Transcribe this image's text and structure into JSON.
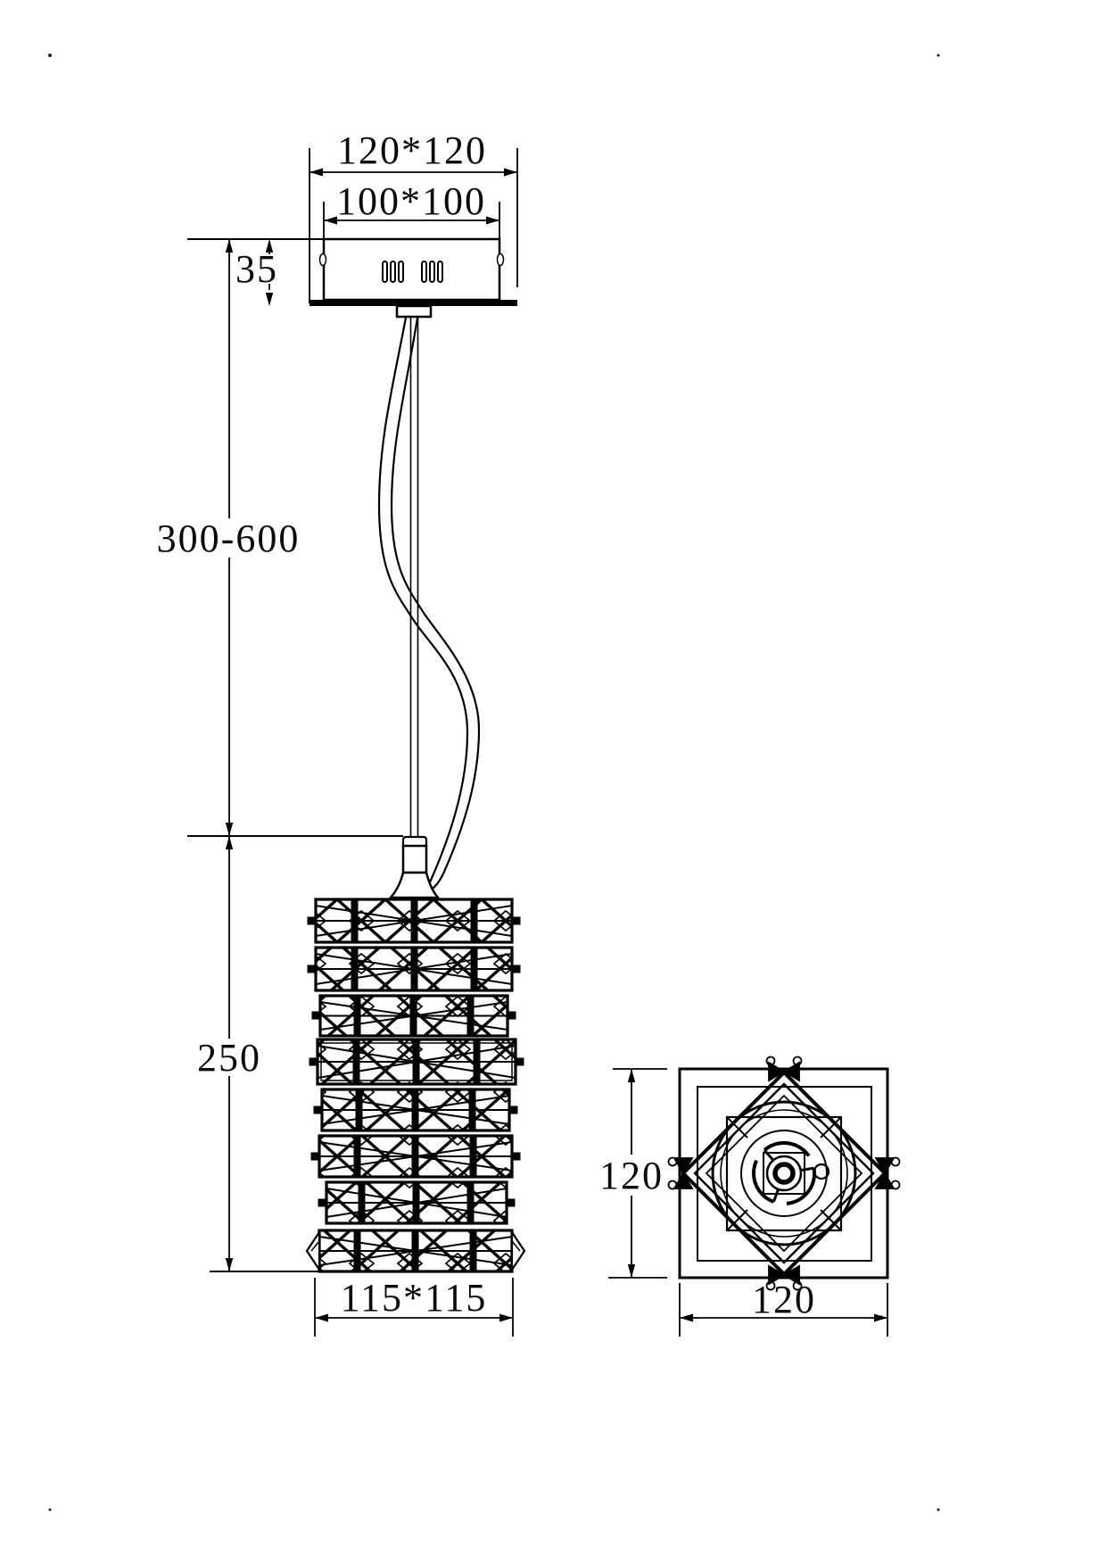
{
  "drawing": {
    "type": "technical dimension drawing",
    "subject": "crystal cube pendant lamp, side view and top view",
    "colors": {
      "line": "#000000",
      "background": "#ffffff"
    }
  },
  "labels": {
    "canopy_outer": "120*120",
    "canopy_inner": "100*100",
    "canopy_height": "35",
    "suspension_range": "300-600",
    "shade_height": "250",
    "shade_base": "115*115",
    "top_view_side": "120",
    "top_view_width": "120"
  }
}
